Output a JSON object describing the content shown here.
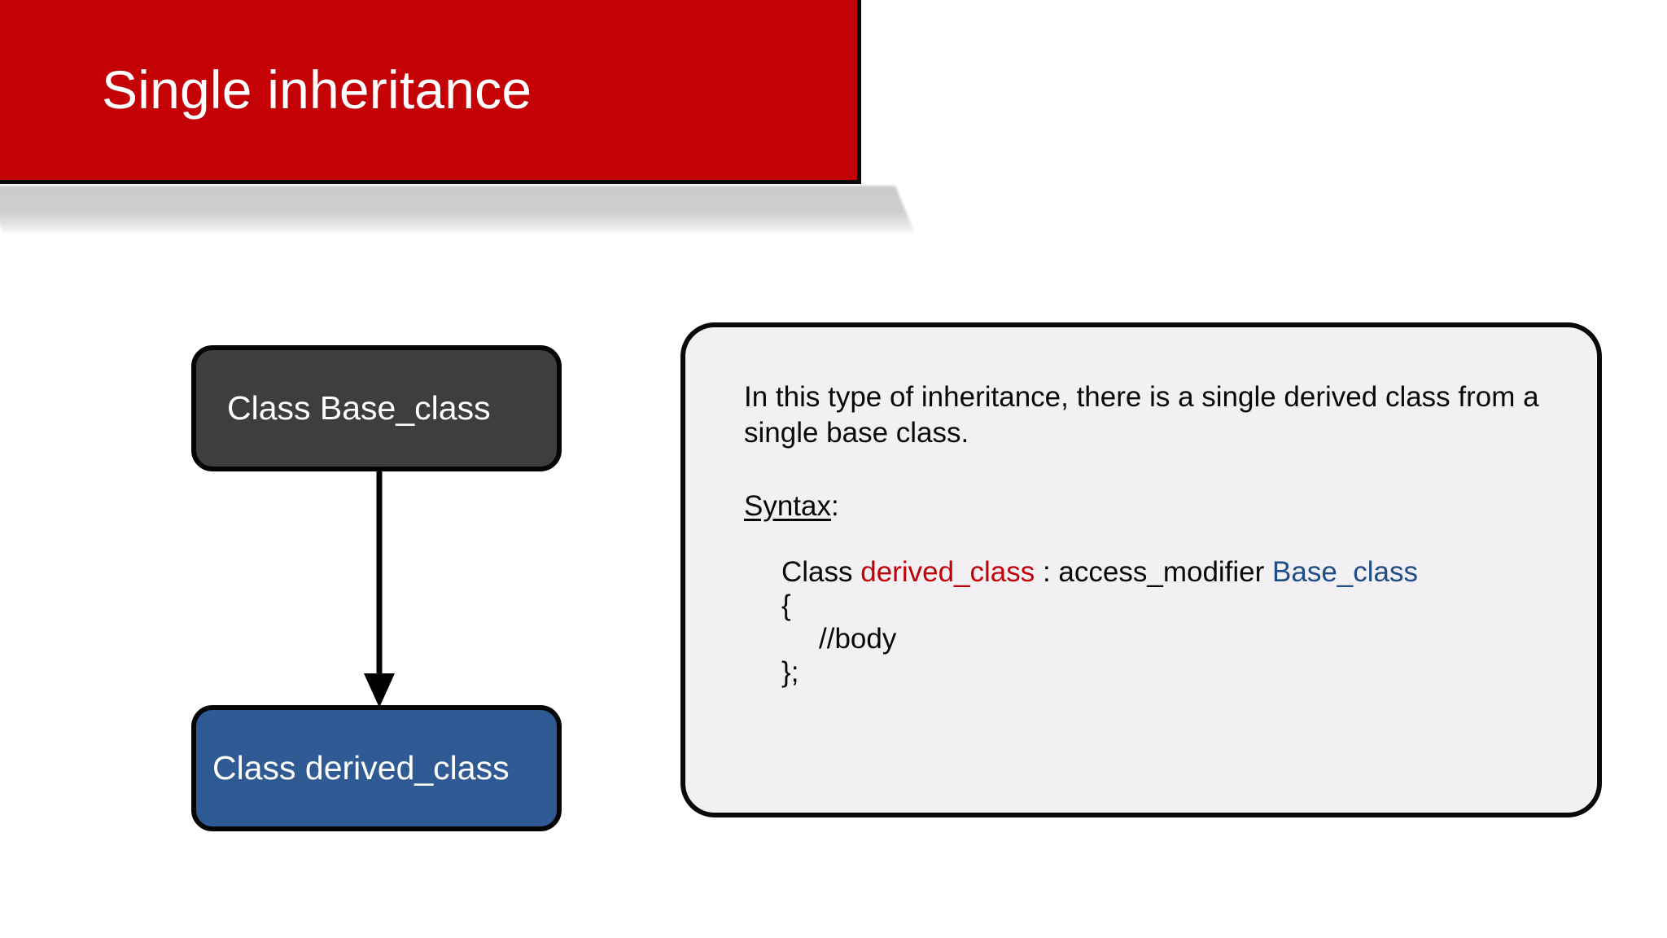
{
  "slide": {
    "title": "Single inheritance",
    "title_colors": {
      "background": "#c40206",
      "border": "#0b0b0b",
      "text": "#ffffff"
    }
  },
  "diagram": {
    "base_box": {
      "label": "Class Base_class",
      "fill": "#3e3e40",
      "text_color": "#ffffff"
    },
    "derived_box": {
      "label": "Class derived_class",
      "fill": "#2f5a93",
      "text_color": "#ffffff"
    },
    "connector": {
      "icon": "down-arrow-icon",
      "direction": "base-to-derived",
      "color": "#000000"
    }
  },
  "panel": {
    "fill": "#f2f0f3",
    "border": "#090909",
    "paragraph": "In this type of inheritance, there is a single derived class from a single base class.",
    "syntax_label": "Syntax",
    "syntax_colon": ":",
    "code": {
      "line1_keyword": "Class ",
      "line1_derived": "derived_class",
      "line1_mid": " : access_modifier ",
      "line1_base": "Base_class",
      "line2": "{",
      "line3": "//body",
      "line4": "};",
      "derived_color": "#c30008",
      "base_color": "#1f4e86"
    }
  }
}
